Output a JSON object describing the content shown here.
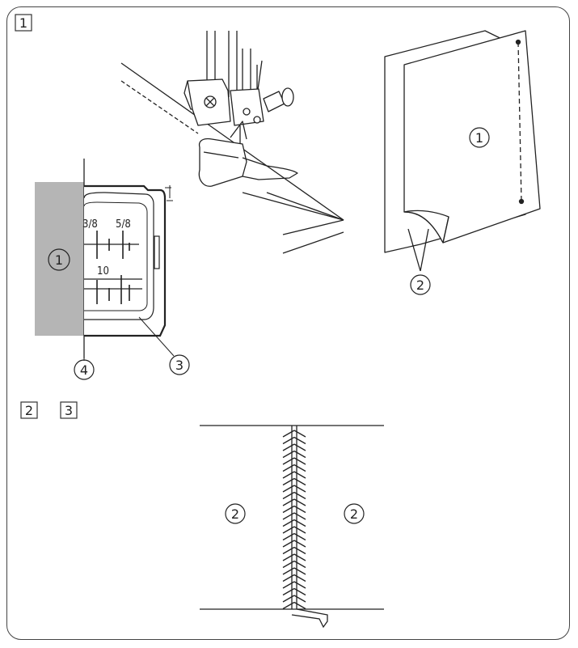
{
  "steps": {
    "step1": "1",
    "step2": "2",
    "step3": "3"
  },
  "callouts": {
    "guide_fabric": "1",
    "guide_marker": "4",
    "guide_plate": "3",
    "folded_fabric": "1",
    "folded_layers": "2",
    "seam_left": "2",
    "seam_right": "2"
  },
  "seam_guide": {
    "mark_3_8": "3/8",
    "mark_5_8": "5/8",
    "mark_10": "10"
  }
}
